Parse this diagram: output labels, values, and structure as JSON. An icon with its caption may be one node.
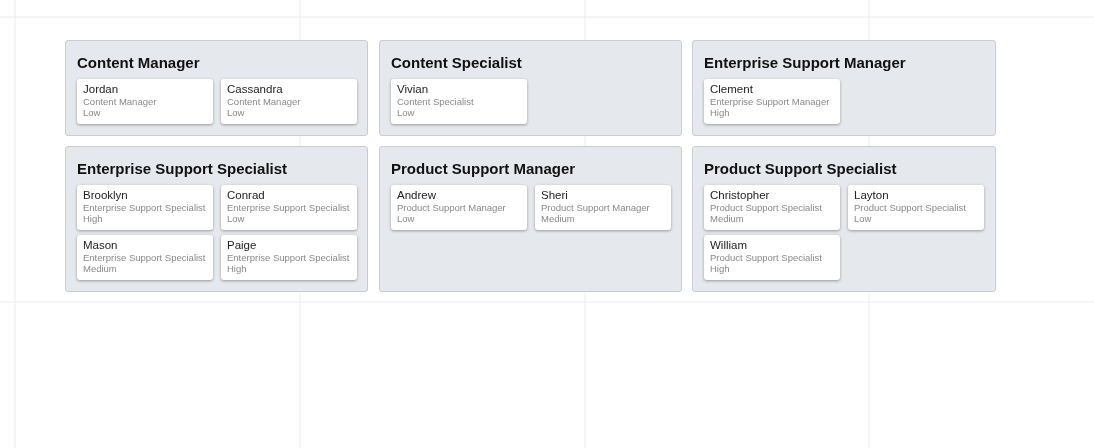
{
  "diagram": {
    "nodes": [
      {
        "text": [
          "Content Manager"
        ]
      },
      {
        "text": [
          "Jordan",
          "Content Manager",
          "Low"
        ],
        "in": 0
      },
      {
        "text": [
          "Cassandra",
          "Content Manager",
          "Low"
        ],
        "in": 0
      },
      {
        "text": [
          "Content Specialist"
        ]
      },
      {
        "text": [
          "Vivian",
          "Content Specialist",
          "Low"
        ],
        "in": 3
      },
      {
        "text": [
          "Enterprise Support Manager"
        ]
      },
      {
        "text": [
          "Clement",
          "Enterprise Support Manager",
          "High"
        ],
        "in": 5
      },
      {
        "text": [
          "Enterprise Support Specialist"
        ]
      },
      {
        "text": [
          "Brooklyn",
          "Enterprise Support Specialist",
          "High"
        ],
        "in": 7
      },
      {
        "text": [
          "Conrad",
          "Enterprise Support Specialist",
          "Low"
        ],
        "in": 7
      },
      {
        "text": [
          "Mason",
          "Enterprise Support Specialist",
          "Medium"
        ],
        "in": 7
      },
      {
        "text": [
          "Paige",
          "Enterprise Support Specialist",
          "High"
        ],
        "in": 7
      },
      {
        "text": [
          "Product Support Manager"
        ]
      },
      {
        "text": [
          "Andrew",
          "Product Support Manager",
          "Low"
        ],
        "in": 12
      },
      {
        "text": [
          "Sheri",
          "Product Support Manager",
          "Medium"
        ],
        "in": 12
      },
      {
        "text": [
          "Product Support Specialist"
        ]
      },
      {
        "text": [
          "Christopher",
          "Product Support Specialist",
          "Medium"
        ],
        "in": 15
      },
      {
        "text": [
          "Layton",
          "Product Support Specialist",
          "Low"
        ],
        "in": 15
      },
      {
        "text": [
          "William",
          "Product Support Specialist",
          "High"
        ],
        "in": 15
      }
    ],
    "edges": []
  }
}
